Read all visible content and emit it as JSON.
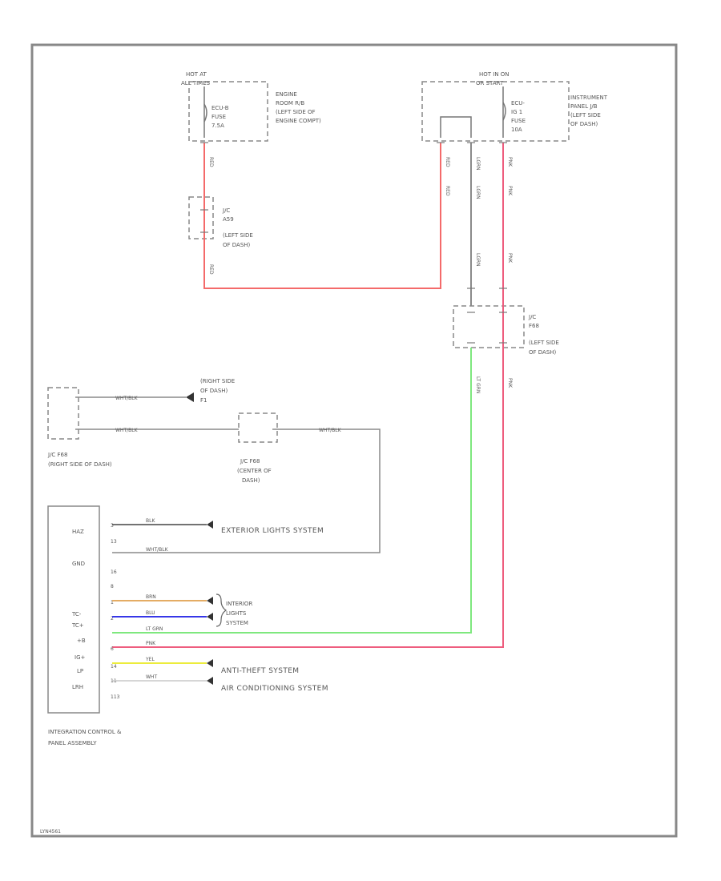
{
  "fuses": {
    "ecu_b": {
      "header1": "HOT AT",
      "header2": "ALL TIMES",
      "label1": "ECU-B",
      "label2": "FUSE",
      "label3": "7.5A",
      "loc1": "ENGINE",
      "loc2": "ROOM R/B",
      "loc3": "(LEFT SIDE OF",
      "loc4": "ENGINE COMPT)"
    },
    "ecu_ig": {
      "header1": "HOT IN ON",
      "header2": "OR START",
      "label1": "ECU-",
      "label2": "IG 1",
      "label3": "FUSE",
      "label4": "10A",
      "loc1": "INSTRUMENT",
      "loc2": "PANEL J/B",
      "loc3": "(LEFT SIDE",
      "loc4": "OF DASH)"
    }
  },
  "junctions": {
    "jc_a": {
      "name1": "J/C",
      "name2": "A59",
      "loc1": "(LEFT SIDE",
      "loc2": "OF DASH)"
    },
    "jc_b": {
      "name1": "J/C",
      "name2": "F68",
      "loc1": "(LEFT SIDE",
      "loc2": "OF DASH)"
    },
    "jc_right": {
      "name": "J/C F68",
      "loc": "(RIGHT SIDE OF DASH)"
    },
    "jc_center": {
      "name1": "J/C F68",
      "loc1": "(CENTER OF",
      "loc2": "DASH)"
    }
  },
  "ground": {
    "loc1": "(RIGHT SIDE",
    "loc2": "OF DASH)",
    "id": "F1"
  },
  "wires": {
    "red": "RED",
    "pnk": "PNK",
    "lgrn": "LGRN",
    "lt_grn": "LT GRN",
    "wht_blk": "WHT/BLK",
    "blk": "BLK",
    "brn": "BRN",
    "blu": "BLU",
    "yel": "YEL",
    "wht": "WHT"
  },
  "module": {
    "name1": "INTEGRATION CONTROL &",
    "name2": "PANEL ASSEMBLY",
    "pins": [
      "HAZ",
      "GND",
      "TC-",
      "TC+",
      "+B",
      "IG+",
      "LP",
      "LRH"
    ],
    "pin_numbers": [
      "3",
      "13",
      "16",
      "8",
      "1",
      "2",
      "6",
      "14",
      "11",
      "113"
    ]
  },
  "systems": {
    "exterior": "EXTERIOR LIGHTS SYSTEM",
    "interior1": "INTERIOR",
    "interior2": "LIGHTS",
    "interior3": "SYSTEM",
    "antitheft": "ANTI-THEFT SYSTEM",
    "aircon": "AIR CONDITIONING SYSTEM"
  },
  "footer": {
    "code": "LYN4561"
  },
  "colors": {
    "red": "#f46a6a",
    "pink": "#ee5d7e",
    "green": "#7ee87e",
    "orange": "#e4ac64",
    "blue": "#3636e8",
    "yellow": "#ecec3c",
    "gray": "#8a8a8a"
  }
}
